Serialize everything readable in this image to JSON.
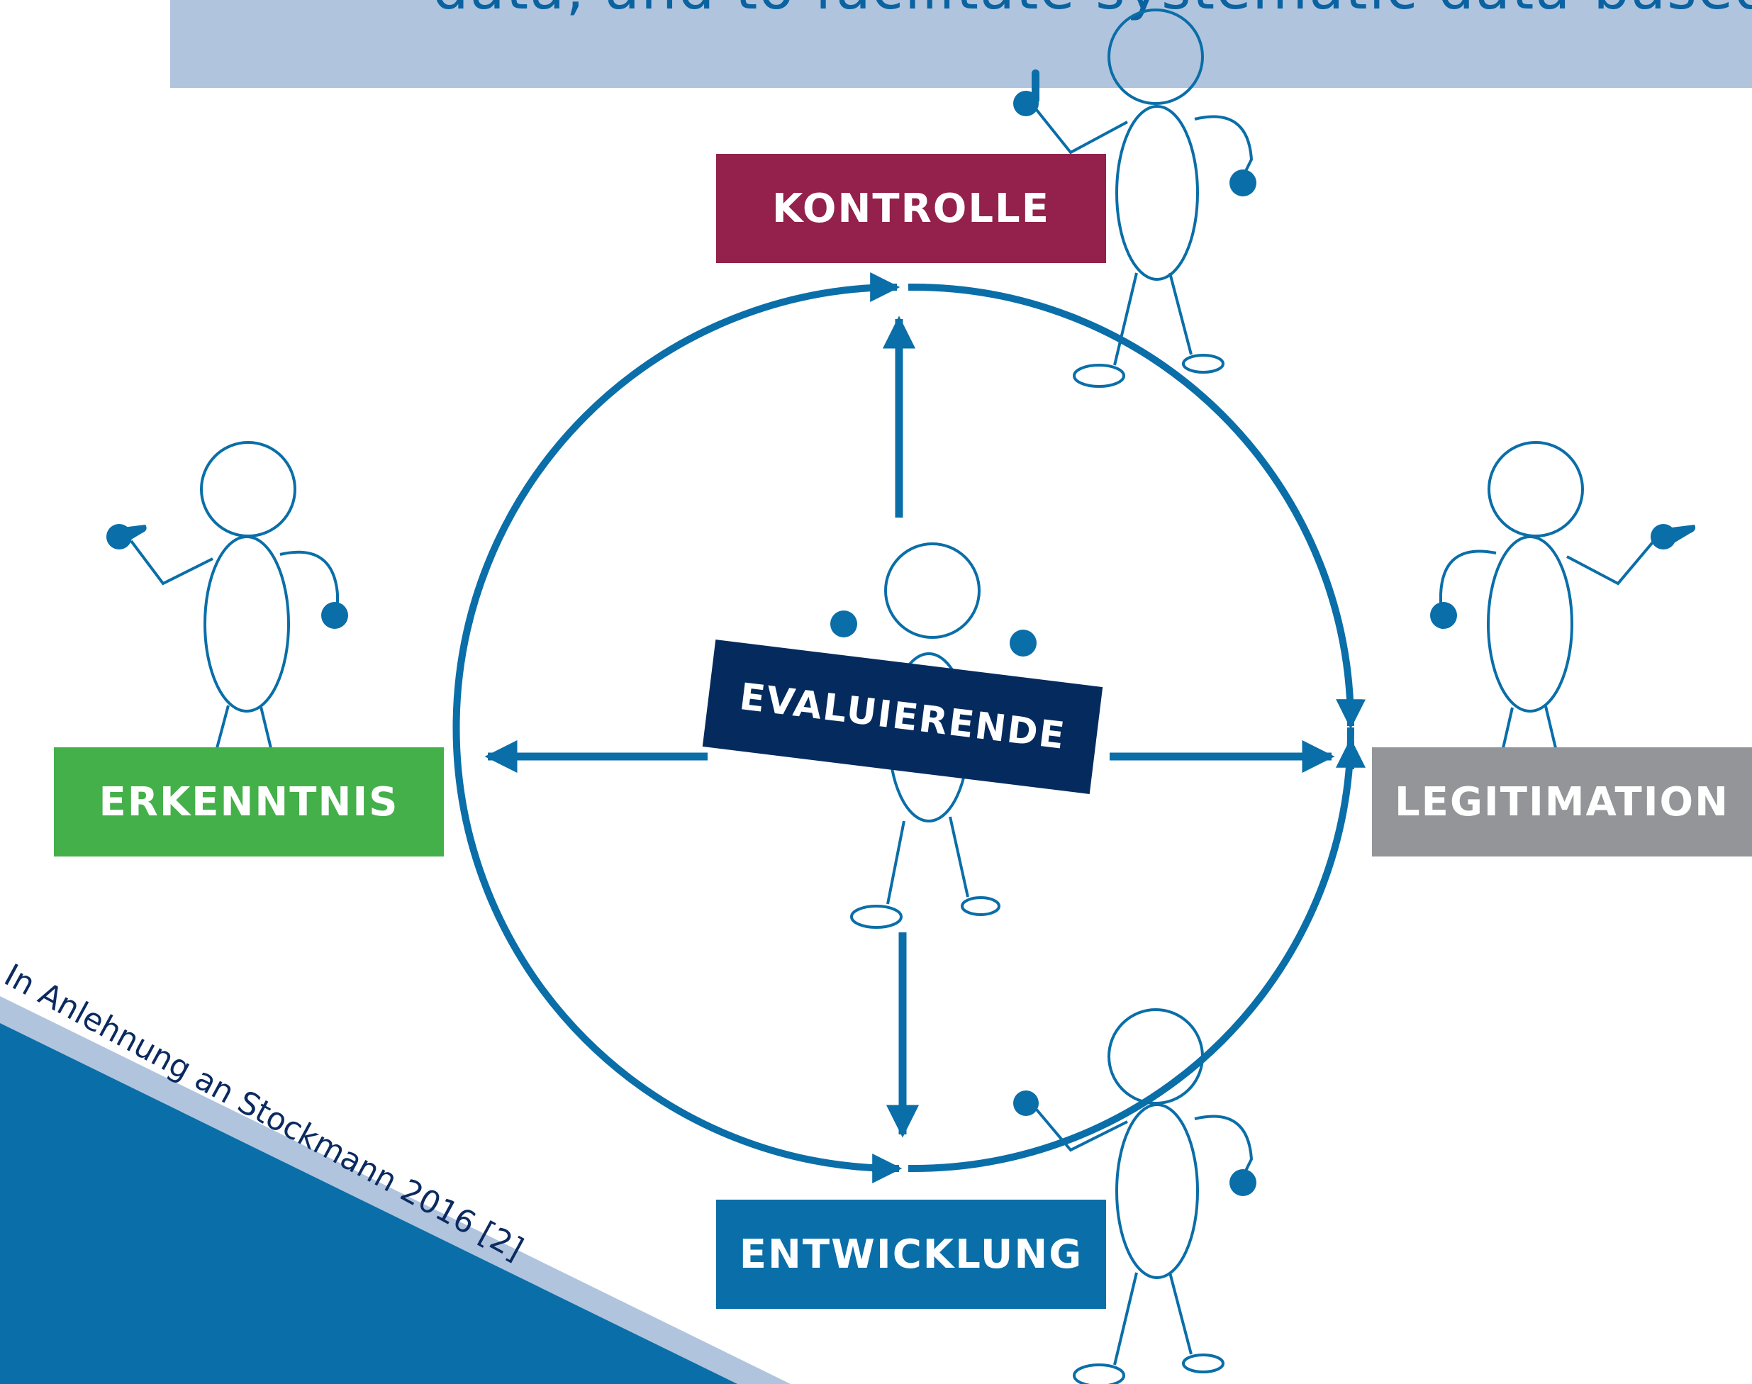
{
  "header": {
    "text": "data, and to facilitate systematic data-based re"
  },
  "boxes": {
    "kontrolle": "KONTROLLE",
    "erkenntnis": "ERKENNTNIS",
    "legitimation": "LEGITIMATION",
    "entwicklung": "ENTWICKLUNG",
    "evaluierende": "EVALUIERENDE"
  },
  "credit": "In Anlehnung an Stockmann 2016 [2]",
  "colors": {
    "accent_blue": "#0a6ea8",
    "header_band": "#b0c4de",
    "kontrolle": "#93214b",
    "erkenntnis": "#44b049",
    "legitimation": "#939598",
    "entwicklung": "#0a6ea8",
    "evaluierende": "#052b5e",
    "light_triangle": "#b0c4de"
  },
  "icons": [
    "stick-figure-icon",
    "arrow-icon",
    "cycle-circle-icon"
  ]
}
